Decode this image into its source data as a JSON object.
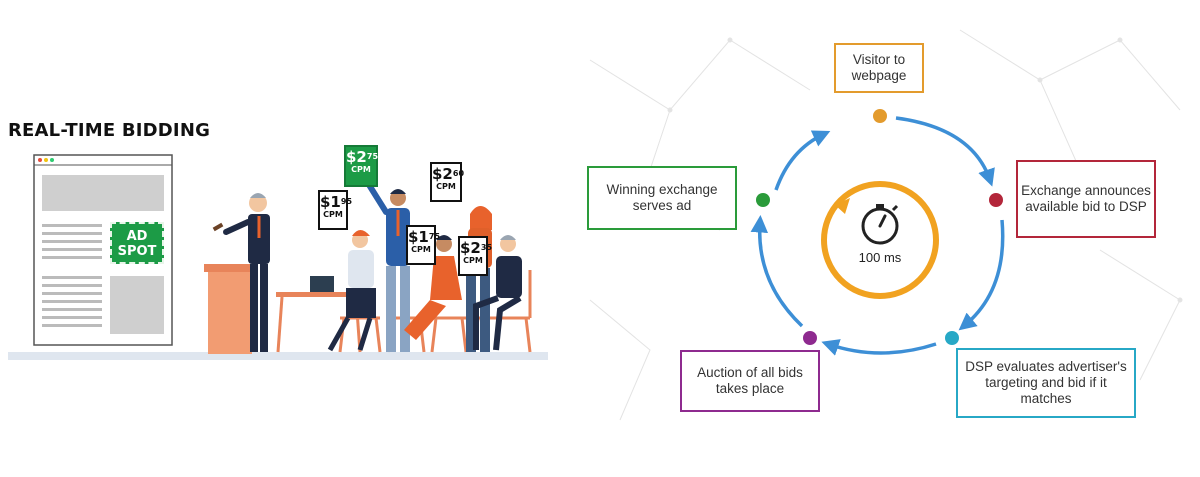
{
  "left_panel": {
    "title": "REAL-TIME BIDDING",
    "ad_spot": [
      "AD",
      "SPOT"
    ],
    "bids": [
      {
        "dollars": "$1",
        "cents": "95",
        "unit": "CPM",
        "winning": false
      },
      {
        "dollars": "$2",
        "cents": "75",
        "unit": "CPM",
        "winning": true
      },
      {
        "dollars": "$1",
        "cents": "75",
        "unit": "CPM",
        "winning": false
      },
      {
        "dollars": "$2",
        "cents": "60",
        "unit": "CPM",
        "winning": false
      },
      {
        "dollars": "$2",
        "cents": "35",
        "unit": "CPM",
        "winning": false
      }
    ]
  },
  "cycle": {
    "timer": "100 ms",
    "steps": [
      {
        "text": "Visitor to webpage",
        "color": "#e39b2d"
      },
      {
        "text": "Exchange announces available bid to DSP",
        "color": "#b3263a"
      },
      {
        "text": "DSP evaluates advertiser's targeting and bid if it matches",
        "color": "#27a8c6"
      },
      {
        "text": "Auction of all bids takes place",
        "color": "#8e2a8f"
      },
      {
        "text": "Winning exchange serves ad",
        "color": "#2a9b3a"
      }
    ],
    "arrow_color": "#3d8fd6",
    "timer_ring_color": "#f1a220"
  }
}
